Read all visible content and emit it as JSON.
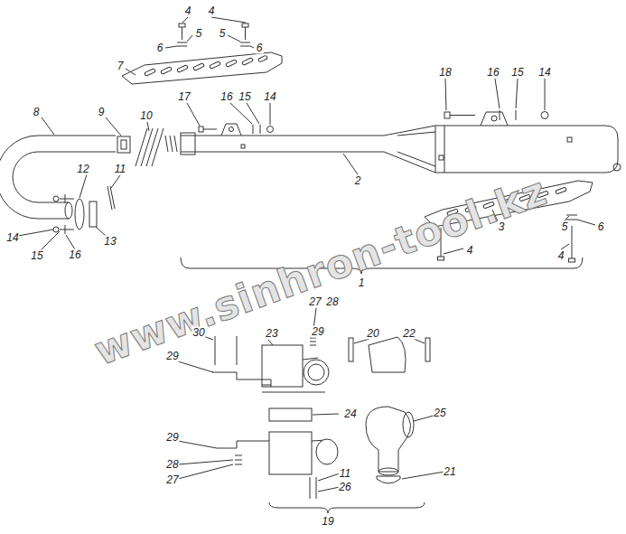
{
  "diagram": {
    "labels": [
      "4",
      "4",
      "5",
      "5",
      "6",
      "6",
      "7",
      "18",
      "16",
      "15",
      "14",
      "8",
      "9",
      "10",
      "17",
      "16",
      "15",
      "14",
      "2",
      "12",
      "11",
      "3",
      "5",
      "6",
      "14",
      "13",
      "15",
      "16",
      "4",
      "4",
      "1",
      "27",
      "28",
      "30",
      "23",
      "29",
      "20",
      "22",
      "29",
      "24",
      "25",
      "29",
      "11",
      "28",
      "21",
      "26",
      "27",
      "19",
      "www.sinhron-tool.kz"
    ]
  }
}
